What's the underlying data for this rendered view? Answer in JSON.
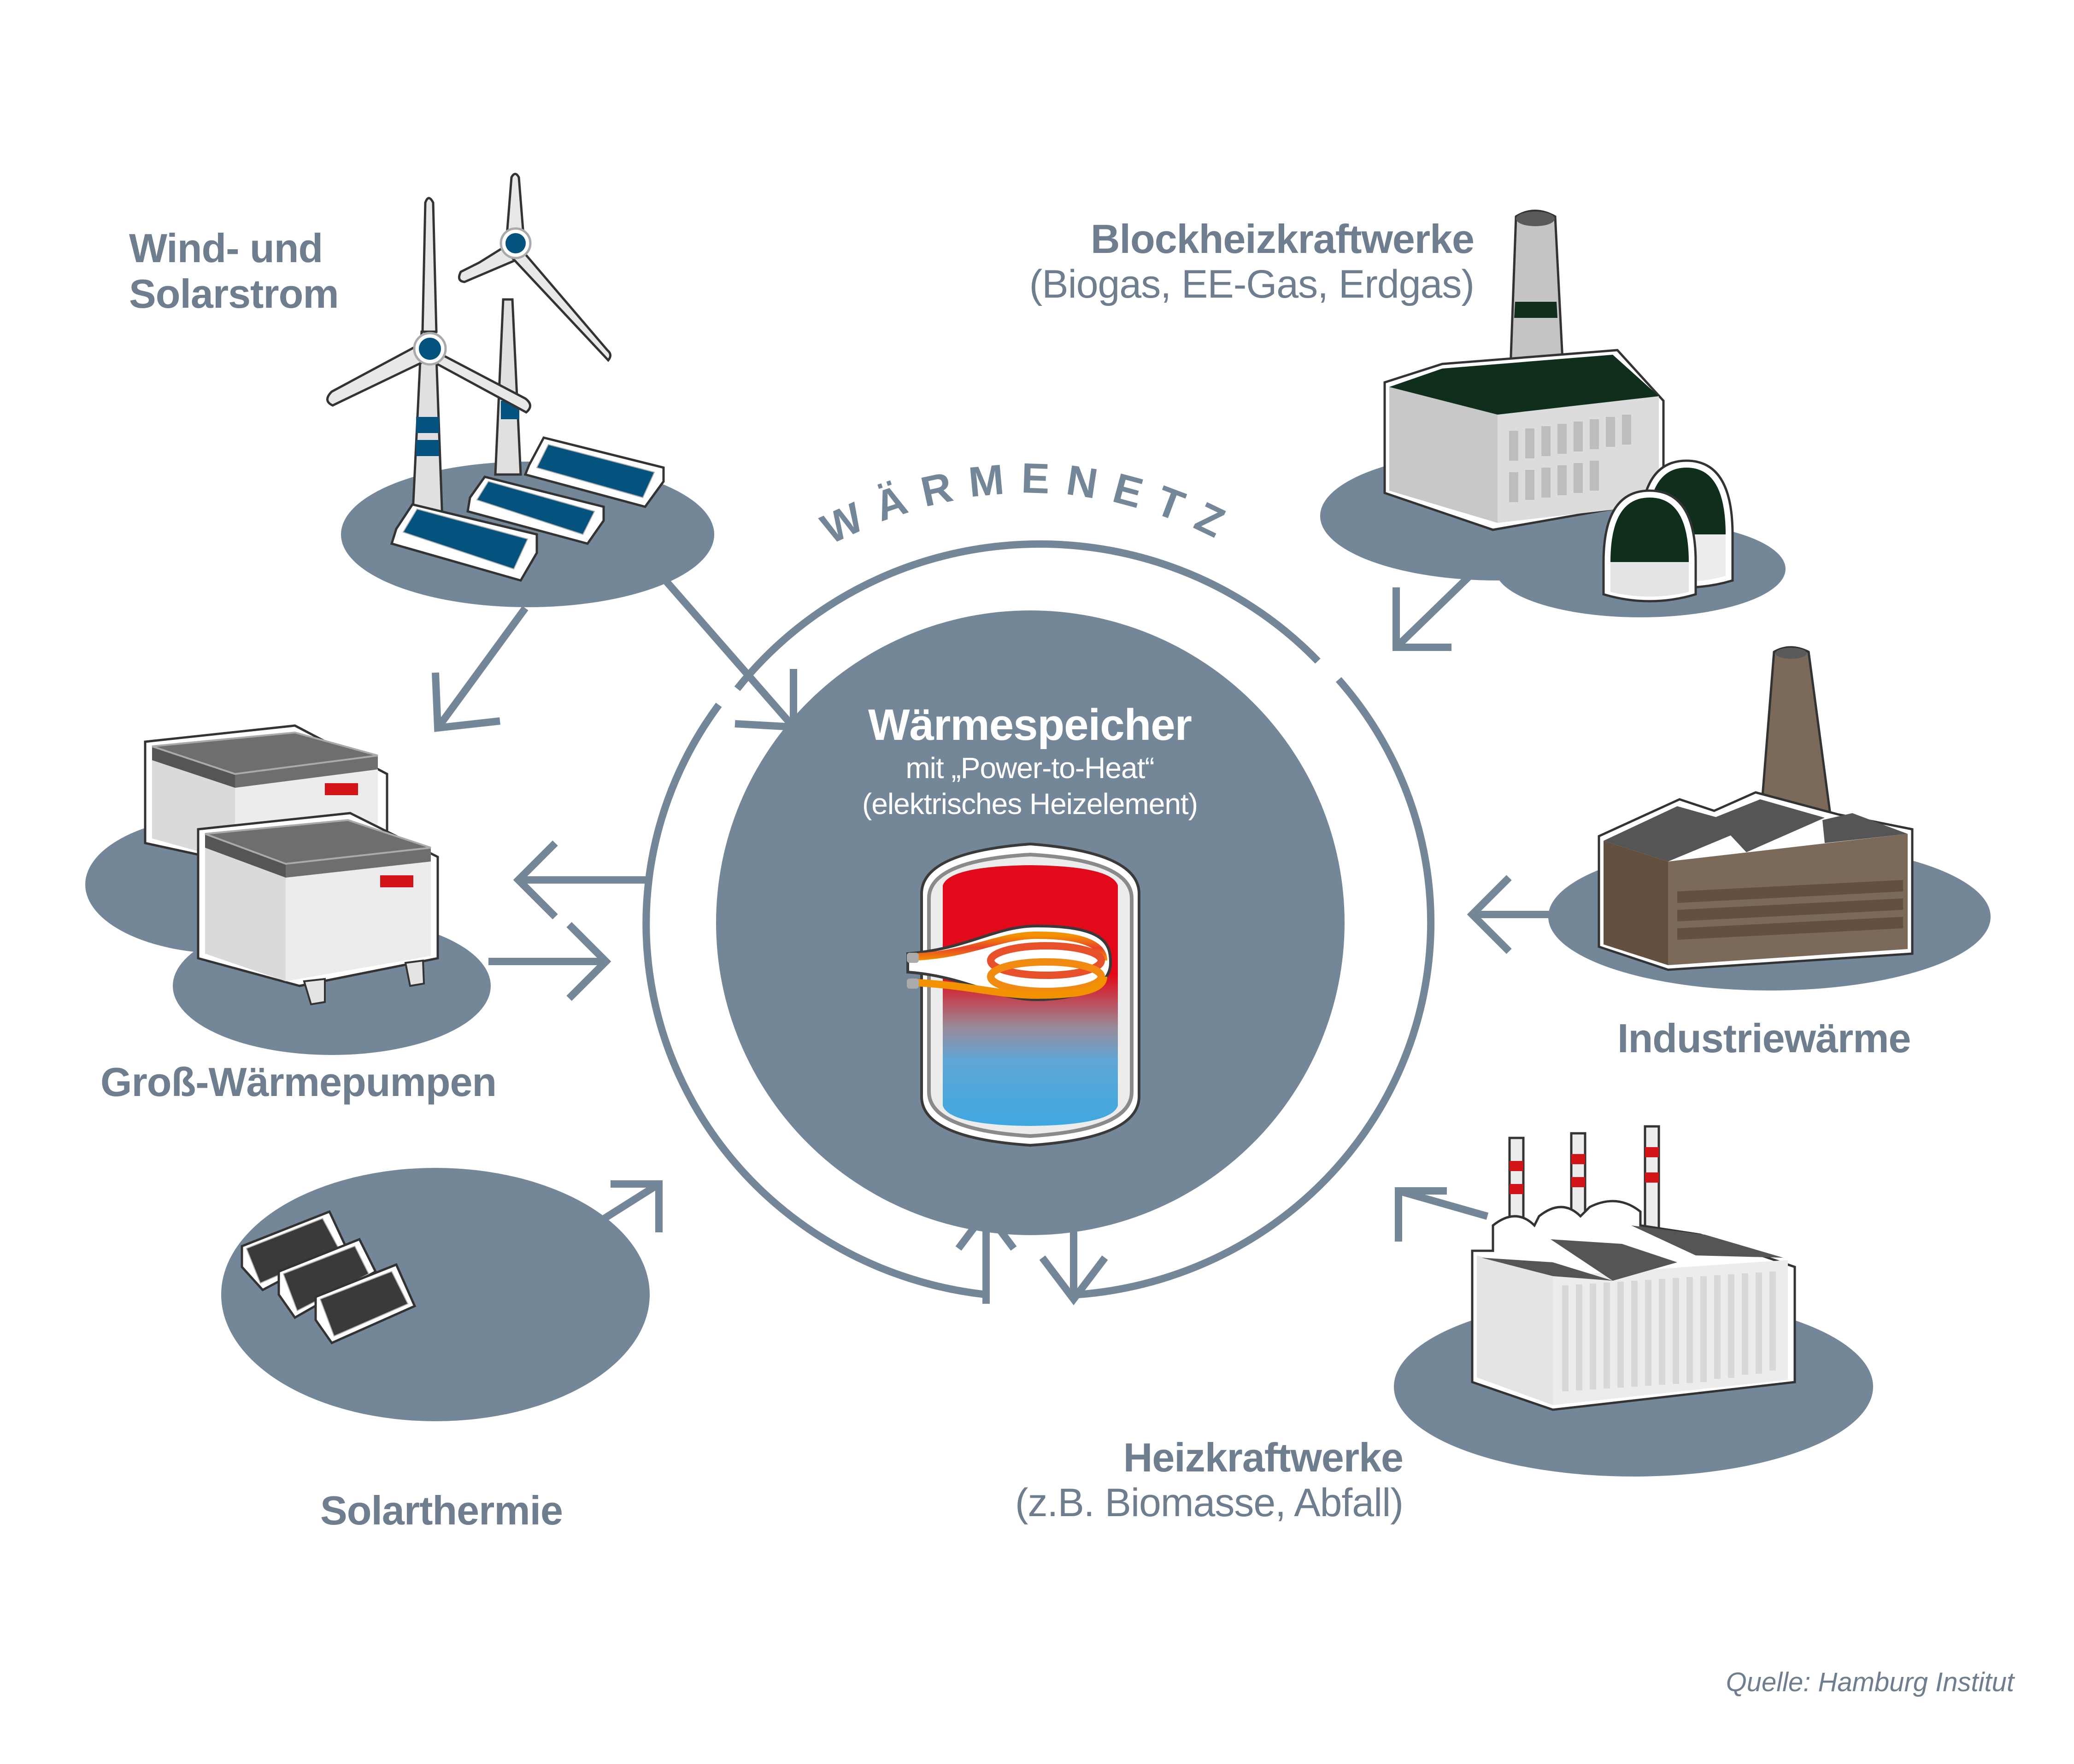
{
  "diagram": {
    "ring_label": "WÄRMENETZ",
    "center": {
      "title": "Wärmespeicher",
      "line1": "mit „Power-to-Heat“",
      "line2": "(elektrisches Heizelement)"
    },
    "nodes": [
      {
        "id": "wind-solar",
        "title_line1": "Wind- und",
        "title_line2": "Solarstrom",
        "flow": "into-storage-and-to-heat-pumps",
        "icon": "wind-turbine-solar-panel-icon"
      },
      {
        "id": "bhkw",
        "title": "Blockheizkraftwerke",
        "subtitle": "(Biogas, EE-Gas, Erdgas)",
        "flow": "into-network",
        "icon": "chp-plant-biogas-icon"
      },
      {
        "id": "heat-pumps",
        "title": "Groß-Wärmepumpen",
        "flow": "bidirectional",
        "icon": "heat-pump-icon"
      },
      {
        "id": "industry",
        "title": "Industriewärme",
        "flow": "into-network",
        "icon": "factory-icon"
      },
      {
        "id": "solar-thermal",
        "title": "Solarthermie",
        "flow": "into-network",
        "icon": "solar-thermal-collector-icon"
      },
      {
        "id": "hkw",
        "title": "Heizkraftwerke",
        "subtitle": "(z.B. Biomasse, Abfall)",
        "flow": "into-network",
        "icon": "power-plant-icon"
      }
    ],
    "storage_flow": "bidirectional",
    "source": "Quelle: Hamburg Institut"
  },
  "colors": {
    "accent": "#748799",
    "text": "#6e7e8f",
    "hot": "#e20a1a",
    "cold": "#41a6dd",
    "coil": "#f39200",
    "solar_blue": "#04527e",
    "chp_green": "#0f2e1c",
    "industry_brown": "#7b6a5a",
    "stripe_red": "#d21419"
  }
}
